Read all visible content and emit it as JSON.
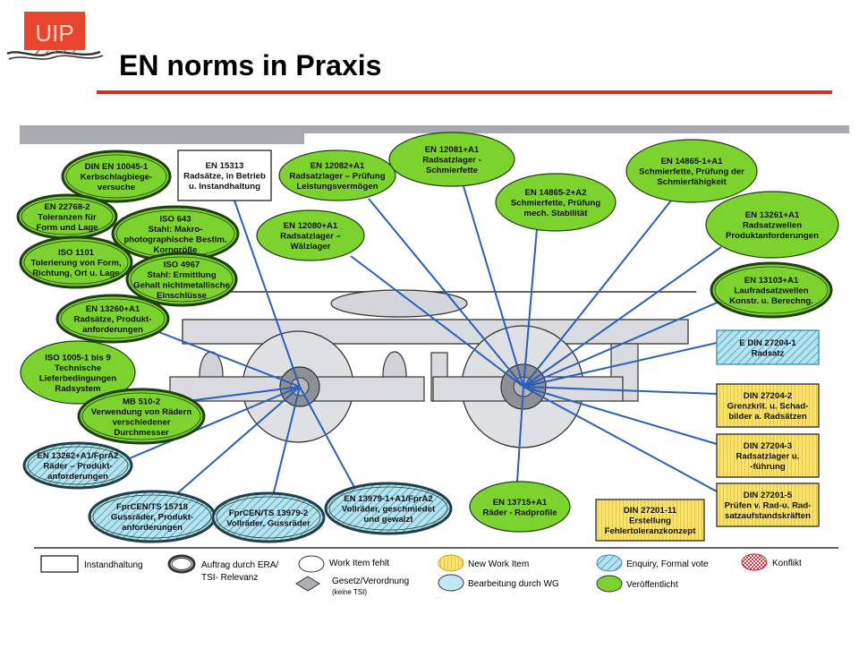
{
  "header": {
    "logo_text": "UIP",
    "title": "EN norms in Praxis"
  },
  "colors": {
    "logo_red": "#e8442e",
    "rule_red": "#e02a1e",
    "top_bar_gray": "#a9aab0",
    "green_fill": "#7cd32e",
    "green_border": "#1f3f0f",
    "line_blue": "#2b5fb8",
    "wagon_gray": "#d9dbe0",
    "hub_gray": "#8e9097",
    "yellow_fill": "#f6e27a",
    "yellow_border": "#e3c21a",
    "cyan_fill": "#a3dbe9",
    "cyan_border": "#2f8fb0"
  },
  "norms": {
    "din10045": [
      "DIN EN 10045-1",
      "Kerbschlagbiege-",
      "versuche"
    ],
    "en15313": [
      "EN 15313",
      "Radsätze, in Betrieb",
      "u. Instandhaltung"
    ],
    "en12082": [
      "EN 12082+A1",
      "Radsatzlager – Prüfung",
      "Leistungsvermögen"
    ],
    "en12081": [
      "EN 12081+A1",
      "Radsatzlager -",
      "Schmierfette"
    ],
    "en14865_2": [
      "EN 14865-2+A2",
      "Schmierfette, Prüfung",
      "mech. Stabilität"
    ],
    "en14865_1": [
      "EN 14865-1+A1",
      "Schmierfette, Prüfung der",
      "Schmierfähigkeit"
    ],
    "en13261": [
      "EN 13261+A1",
      "Radsatzwellen",
      "Produktanforderungen"
    ],
    "en22768": [
      "EN 22768-2",
      "Toleranzen für",
      "Form und Lage"
    ],
    "iso643": [
      "ISO 643",
      "Stahl: Makro-",
      "photographische Bestim.",
      "Korngröße"
    ],
    "en12080": [
      "EN 12080+A1",
      "Radsatzlager –",
      "Wälzlager"
    ],
    "iso1101": [
      "ISO 1101",
      "Tolerierung von Form,",
      "Richtung, Ort u. Lage"
    ],
    "iso4967": [
      "ISO 4967",
      "Stahl: Ermittlung",
      "Gehalt nichtmetallische",
      "Einschlüsse"
    ],
    "en13103": [
      "EN 13103+A1",
      "Laufradsatzwellen",
      "Konstr. u. Berechng."
    ],
    "en13260": [
      "EN 13260+A1",
      "Radsätze, Produkt-",
      "anforderungen"
    ],
    "e_din27204_1": [
      "E DIN 27204-1",
      "Radsatz"
    ],
    "iso1005": [
      "ISO 1005-1  bis 9",
      "Technische",
      "Lieferbedingungen",
      "Radsystem"
    ],
    "din27204_2": [
      "DIN 27204-2",
      "Grenzkrit. u. Schad-",
      "bilder a. Radsätzen"
    ],
    "mb510": [
      "MB 510-2",
      "Verwendung von Rädern",
      "verschiedener",
      "Durchmesser"
    ],
    "din27204_3": [
      "DIN 27204-3",
      "Radsatzlager u.",
      "-führung"
    ],
    "en13262": [
      "EN 13262+A1/FprA2",
      "Räder – Produkt-",
      "anforderungen"
    ],
    "din27201_5": [
      "DIN 27201-5",
      "Prüfen v. Rad-u. Rad-",
      "satzaufstandskräften"
    ],
    "en13979": [
      "EN 13979-1+A1/FprA2",
      "Vollräder, geschmiedet",
      "und gewalzt"
    ],
    "en13715": [
      "EN 13715+A1",
      "Räder - Radprofile"
    ],
    "din27201_11": [
      "DIN 27201-11",
      "Erstellung",
      "Fehlertoleranzkonzept"
    ],
    "fprcen15718": [
      "FprCEN/TS 15718",
      "Gussräder, Produkt-",
      "anforderungen"
    ],
    "fprcen13979": [
      "FprCEN/TS 13979-2",
      "Vollräder, Gussräder"
    ]
  },
  "legend": {
    "instandhaltung": "Instandhaltung",
    "auftrag": [
      "Auftrag durch ERA/",
      "TSI- Relevanz"
    ],
    "work_item_fehlt": "Work Item fehlt",
    "gesetz": "Gesetz/Verordnung",
    "keine_tsi": "(keine TSI)",
    "new_work_item": "New Work Item",
    "bearbeitung": "Bearbeitung durch WG",
    "enquiry": "Enquiry, Formal vote",
    "veroeffentlicht": "Veröffentlicht",
    "konflikt": "Konflikt"
  }
}
